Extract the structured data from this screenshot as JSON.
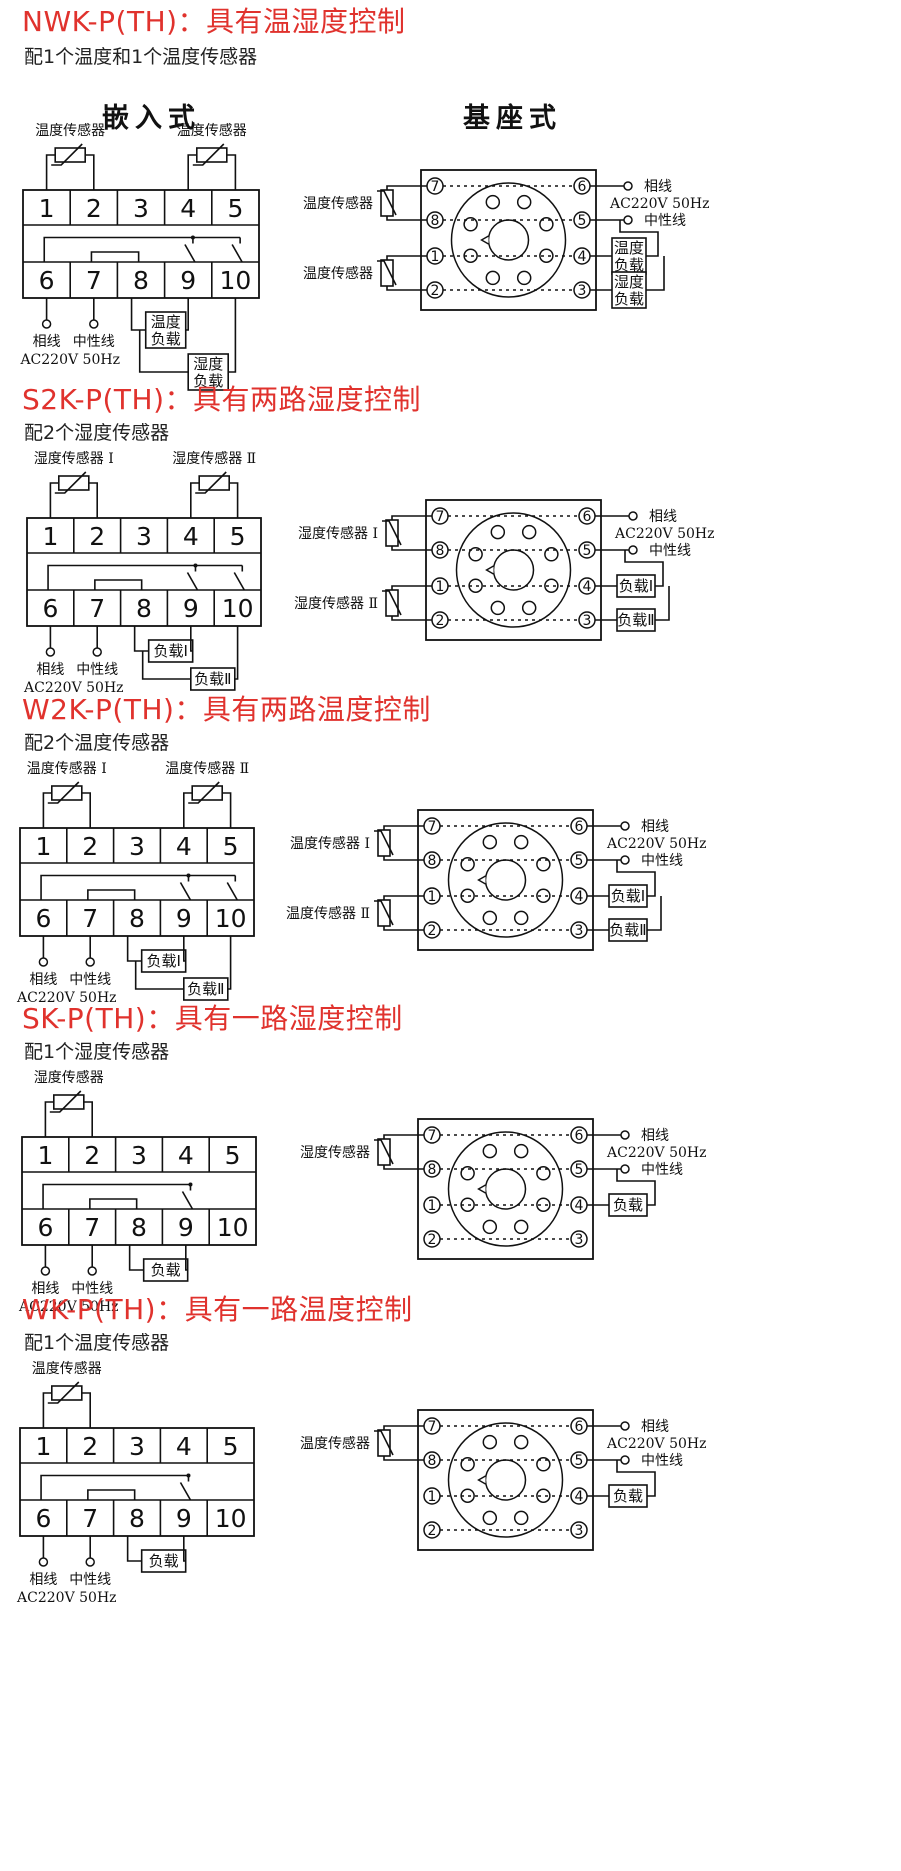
{
  "sections": [
    {
      "title": "NWK-P(TH)：具有温湿度控制",
      "subtitle": "配1个温度和1个温度传感器",
      "embedded_heading": "嵌入式",
      "base_heading": "基座式",
      "sensor1_label": "温度传感器",
      "sensor2_label": "温度传感器",
      "load1": [
        "温度",
        "负载"
      ],
      "load2": [
        "湿度",
        "负载"
      ],
      "base_load1": [
        "温度",
        "负载"
      ],
      "base_load2": [
        "湿度",
        "负载"
      ],
      "live_label": "相线",
      "neutral_label": "中性线",
      "supply_label": "AC220V 50Hz"
    },
    {
      "title": "S2K-P(TH)：具有两路湿度控制",
      "subtitle": "配2个湿度传感器",
      "sensor1_label": "湿度传感器 Ⅰ",
      "sensor2_label": "湿度传感器 Ⅱ",
      "load1": [
        "负载Ⅰ"
      ],
      "load2": [
        "负载Ⅱ"
      ],
      "live_label": "相线",
      "neutral_label": "中性线",
      "supply_label": "AC220V 50Hz"
    },
    {
      "title": "W2K-P(TH)：具有两路温度控制",
      "subtitle": "配2个温度传感器",
      "sensor1_label": "温度传感器 Ⅰ",
      "sensor2_label": "温度传感器 Ⅱ",
      "load1": [
        "负载Ⅰ"
      ],
      "load2": [
        "负载Ⅱ"
      ],
      "live_label": "相线",
      "neutral_label": "中性线",
      "supply_label": "AC220V 50Hz"
    },
    {
      "title": "SK-P(TH)：具有一路湿度控制",
      "subtitle": "配1个湿度传感器",
      "sensor1_label": "湿度传感器",
      "load1": [
        "负载"
      ],
      "live_label": "相线",
      "neutral_label": "中性线",
      "supply_label": "AC220V 50Hz"
    },
    {
      "title": "WK-P(TH)：具有一路温度控制",
      "subtitle": "配1个温度传感器",
      "sensor1_label": "温度传感器",
      "load1": [
        "负载"
      ],
      "live_label": "相线",
      "neutral_label": "中性线",
      "supply_label": "AC220V 50Hz"
    }
  ],
  "terminals_top": [
    "1",
    "2",
    "3",
    "4",
    "5"
  ],
  "terminals_bottom": [
    "6",
    "7",
    "8",
    "9",
    "10"
  ],
  "base_pins": [
    "7",
    "8",
    "1",
    "2",
    "6",
    "5",
    "4",
    "3"
  ]
}
